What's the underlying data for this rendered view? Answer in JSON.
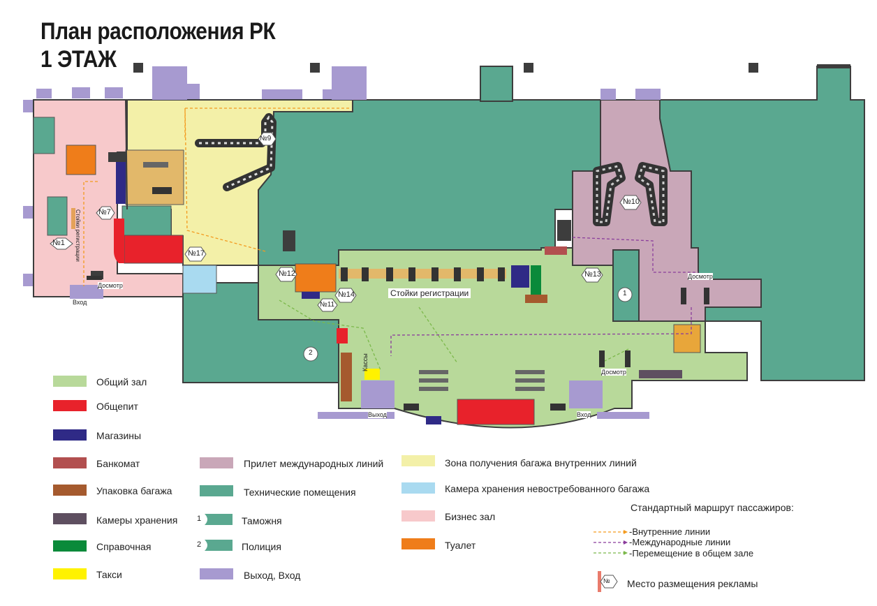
{
  "title_line1": "План расположения РК",
  "title_line2": "1 ЭТАЖ",
  "colors": {
    "general_hall": "#b8d99a",
    "catering": "#e8222b",
    "shops": "#2f2a86",
    "atm": "#b24f4f",
    "baggage_wrap": "#a55a2e",
    "storage": "#5e4f60",
    "info": "#0a8a3a",
    "taxi": "#fff200",
    "international_arrival": "#c9a7b8",
    "technical": "#5aa890",
    "customs": "#5aa890",
    "police": "#5aa890",
    "exit_entry": "#a79ad0",
    "domestic_baggage": "#f3f0a8",
    "unclaimed_baggage": "#a9daf0",
    "business": "#f7c9cb",
    "toilet": "#ef7d1a",
    "route_domestic": "#f39a1e",
    "route_international": "#8a3c9c",
    "route_hall": "#7bb84a"
  },
  "map_labels": {
    "n1": "№1",
    "n7": "№7",
    "n9": "№9",
    "n10": "№10",
    "n11": "№11",
    "n12": "№12",
    "n13": "№13",
    "n14": "№14",
    "n17": "№17",
    "checkin_counters": "Стойки регистрации",
    "checkin_vertical": "Стойки регистрации",
    "kassy": "Кассы",
    "security_left": "Досмотр",
    "security_right_top": "Досмотр",
    "security_right_bottom": "Досмотр",
    "entry_left": "Вход",
    "exit_mid": "Выход",
    "entry_right": "Вход",
    "marker_1": "1",
    "marker_2": "2"
  },
  "legend": {
    "col1": [
      {
        "label": "Общий зал",
        "color": "#b8d99a"
      },
      {
        "label": "Общепит",
        "color": "#e8222b"
      },
      {
        "label": "Магазины",
        "color": "#2f2a86"
      },
      {
        "label": "Банкомат",
        "color": "#b24f4f"
      },
      {
        "label": "Упаковка багажа",
        "color": "#a55a2e"
      },
      {
        "label": "Камеры хранения",
        "color": "#5e4f60"
      },
      {
        "label": "Справочная",
        "color": "#0a8a3a"
      },
      {
        "label": "Такси",
        "color": "#fff200"
      }
    ],
    "col2": [
      {
        "label": "Прилет международных линий",
        "color": "#c9a7b8"
      },
      {
        "label": "Технические помещения",
        "color": "#5aa890"
      },
      {
        "label": "Таможня",
        "color": "#5aa890",
        "num": "1"
      },
      {
        "label": "Полиция",
        "color": "#5aa890",
        "num": "2"
      },
      {
        "label": "Выход, Вход",
        "color": "#a79ad0"
      }
    ],
    "col3": [
      {
        "label": "Зона получения багажа внутренних  линий",
        "color": "#f3f0a8"
      },
      {
        "label": "Камера хранения невостребованного багажа",
        "color": "#a9daf0"
      },
      {
        "label": "Бизнес зал",
        "color": "#f7c9cb"
      },
      {
        "label": "Туалет",
        "color": "#ef7d1a"
      }
    ]
  },
  "routes": {
    "title": "Стандартный маршрут пассажиров:",
    "items": [
      {
        "label": "-Внутренние линии",
        "color": "#f39a1e"
      },
      {
        "label": "-Международные линии",
        "color": "#8a3c9c"
      },
      {
        "label": "-Перемещение в общем зале",
        "color": "#7bb84a"
      }
    ],
    "ad_label": "Место размещения рекламы",
    "ad_icon_text": "№"
  }
}
